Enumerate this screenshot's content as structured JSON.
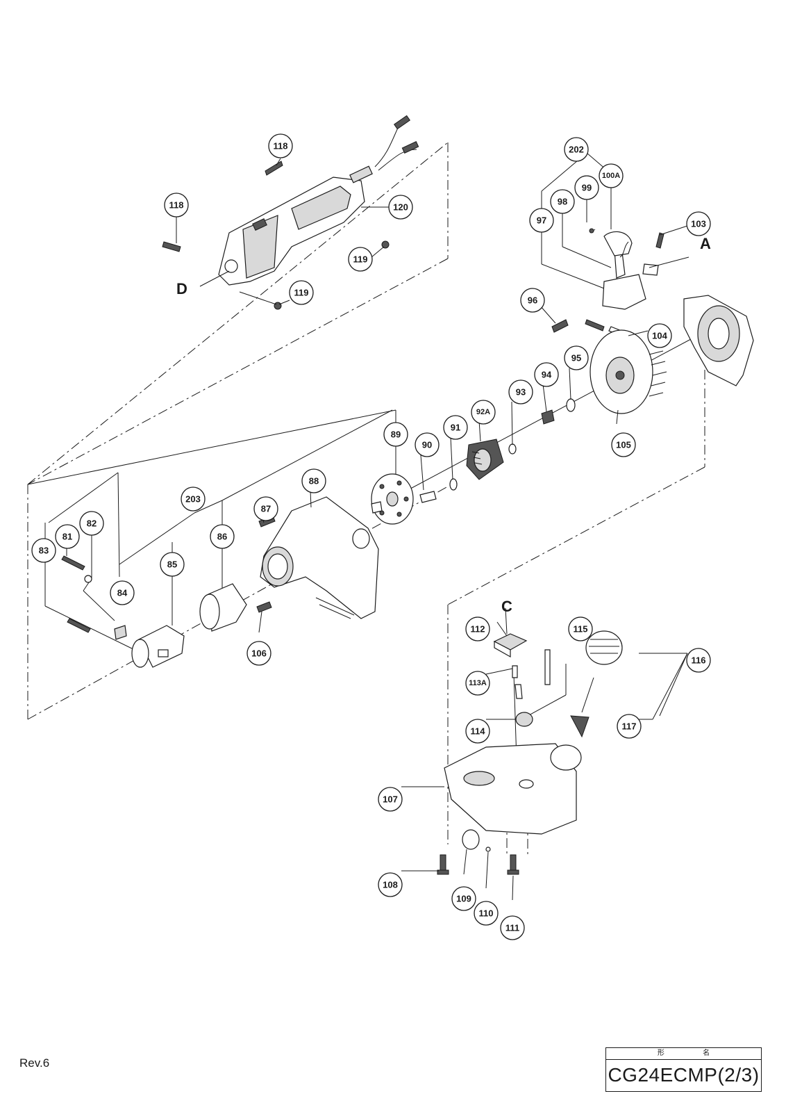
{
  "revision": "Rev.6",
  "model_box": {
    "label": "形 名",
    "model": "CG24ECMP(2/3)"
  },
  "reference_letters": [
    "D",
    "A",
    "C"
  ],
  "callouts": [
    "118",
    "118",
    "120",
    "119",
    "119",
    "202",
    "100A",
    "99",
    "98",
    "97",
    "103",
    "96",
    "104",
    "95",
    "94",
    "93",
    "92A",
    "91",
    "90",
    "89",
    "105",
    "88",
    "87",
    "203",
    "86",
    "85",
    "82",
    "81",
    "83",
    "84",
    "106",
    "112",
    "115",
    "116",
    "113A",
    "114",
    "117",
    "107",
    "108",
    "109",
    "110",
    "111"
  ]
}
